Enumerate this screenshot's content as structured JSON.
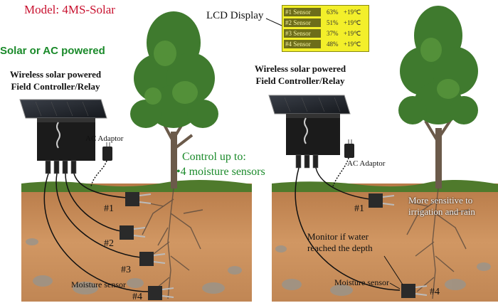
{
  "header": {
    "title": "Model: 4MS-Solar",
    "power_tag": "Solar or AC powered"
  },
  "left": {
    "controller_line1": "Wireless solar powered",
    "controller_line2": "Field Controller/Relay",
    "adaptor": "AC Adaptor",
    "control_line1": "Control up to:",
    "control_line2": "•4 moisture sensors",
    "sensor_labels": [
      "#1",
      "#2",
      "#3",
      "#4"
    ],
    "moisture_sensor": "Moisture sensor"
  },
  "right": {
    "controller_line1": "Wireless solar powered",
    "controller_line2": "Field Controller/Relay",
    "adaptor": "AC Adaptor",
    "sensor_labels": [
      "#1",
      "#4"
    ],
    "note1_line1": "More sensitive to",
    "note1_line2": "irrigation and rain",
    "note2_line1": "Monitor if water",
    "note2_line2": "reached the depth",
    "moisture_sensor": "Moisture sensor"
  },
  "lcd": {
    "label": "LCD Display",
    "rows": [
      {
        "name": "#1 Sensor",
        "pct": "63%",
        "temp": "+19℃"
      },
      {
        "name": "#2 Sensor",
        "pct": "51%",
        "temp": "+19℃"
      },
      {
        "name": "#3 Sensor",
        "pct": "37%",
        "temp": "+19℃"
      },
      {
        "name": "#4 Sensor",
        "pct": "48%",
        "temp": "+19℃"
      }
    ]
  },
  "colors": {
    "title_red": "#c8102e",
    "accent_green": "#1a8a2a",
    "lcd_yellow": "#f3ef2a",
    "soil": "#c98a55",
    "grass": "#4f7a2c"
  }
}
